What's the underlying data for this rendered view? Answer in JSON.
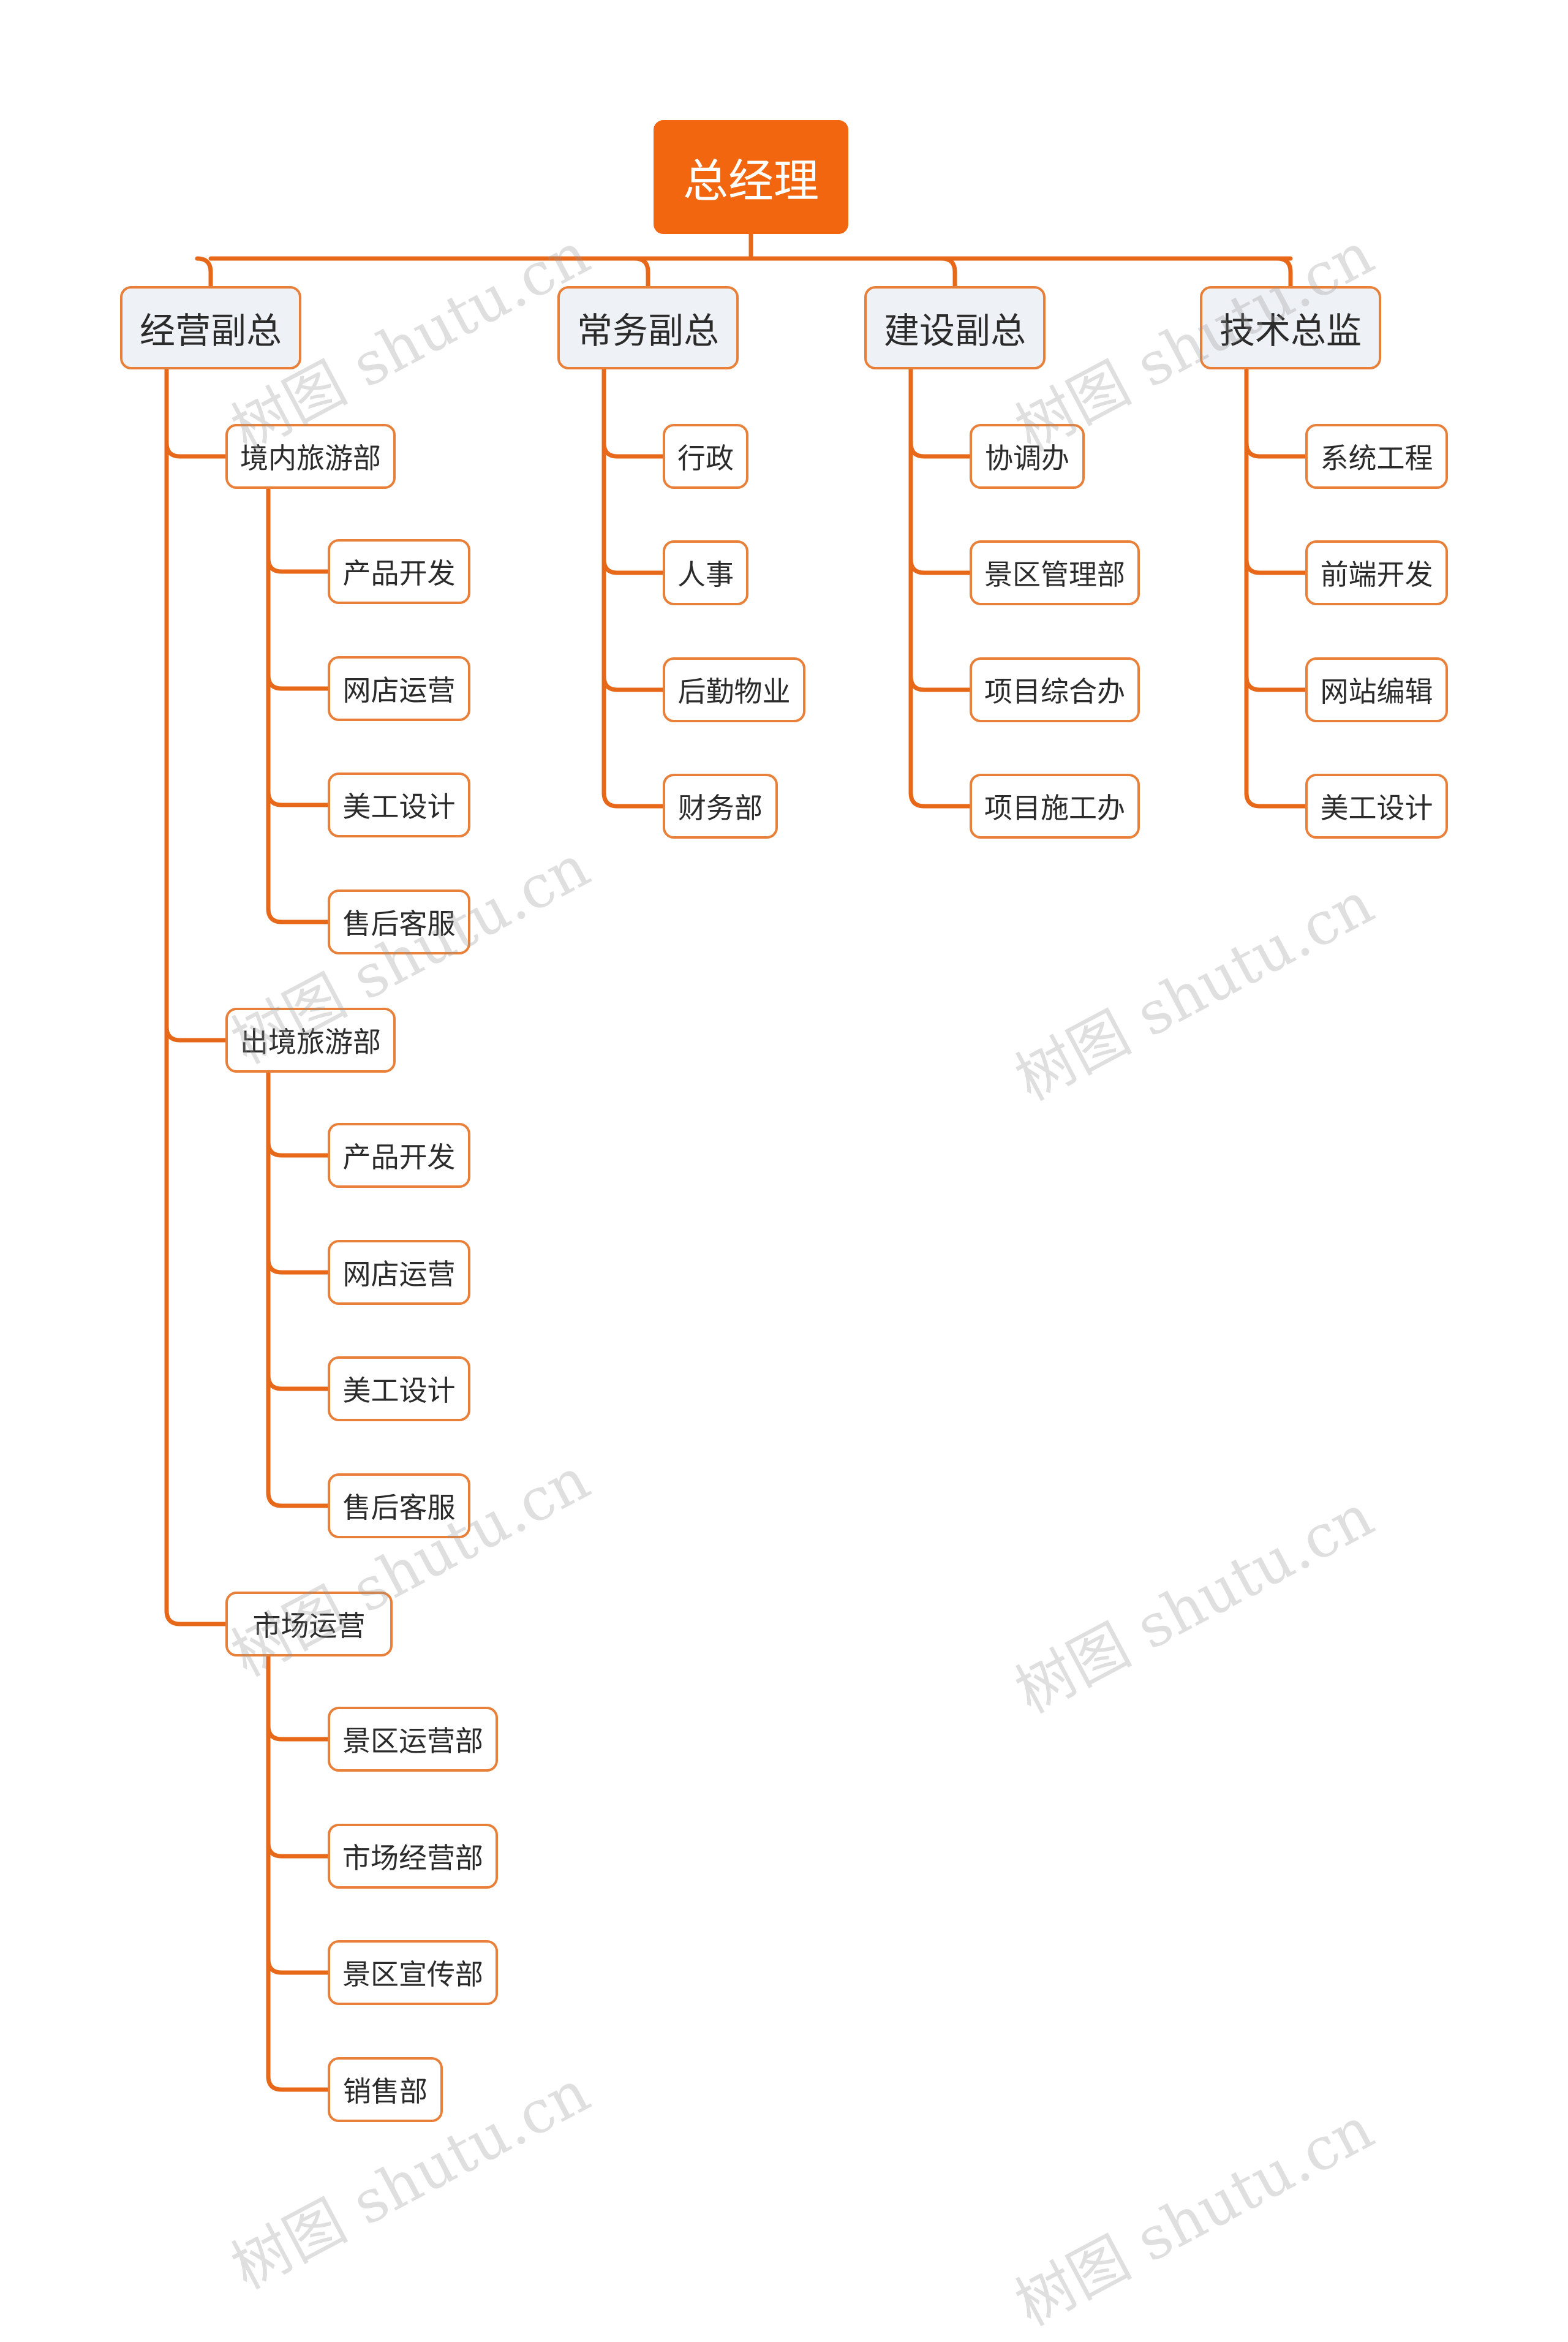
{
  "root": {
    "label": "总经理"
  },
  "branches": [
    {
      "label": "经营副总",
      "children": [
        {
          "label": "境内旅游部",
          "children": [
            "产品开发",
            "网店运营",
            "美工设计",
            "售后客服"
          ]
        },
        {
          "label": "出境旅游部",
          "children": [
            "产品开发",
            "网店运营",
            "美工设计",
            "售后客服"
          ]
        },
        {
          "label": "市场运营",
          "children": [
            "景区运营部",
            "市场经营部",
            "景区宣传部",
            "销售部"
          ]
        }
      ]
    },
    {
      "label": "常务副总",
      "children": [
        {
          "label": "行政"
        },
        {
          "label": "人事"
        },
        {
          "label": "后勤物业"
        },
        {
          "label": "财务部"
        }
      ]
    },
    {
      "label": "建设副总",
      "children": [
        {
          "label": "协调办"
        },
        {
          "label": "景区管理部"
        },
        {
          "label": "项目综合办"
        },
        {
          "label": "项目施工办"
        }
      ]
    },
    {
      "label": "技术总监",
      "children": [
        {
          "label": "系统工程"
        },
        {
          "label": "前端开发"
        },
        {
          "label": "网站编辑"
        },
        {
          "label": "美工设计"
        }
      ]
    }
  ],
  "watermark": "树图 shutu.cn",
  "colors": {
    "accent": "#f1660e",
    "line": "#e8681a",
    "border": "#e8803a",
    "branch_fill": "#eef1f5"
  }
}
